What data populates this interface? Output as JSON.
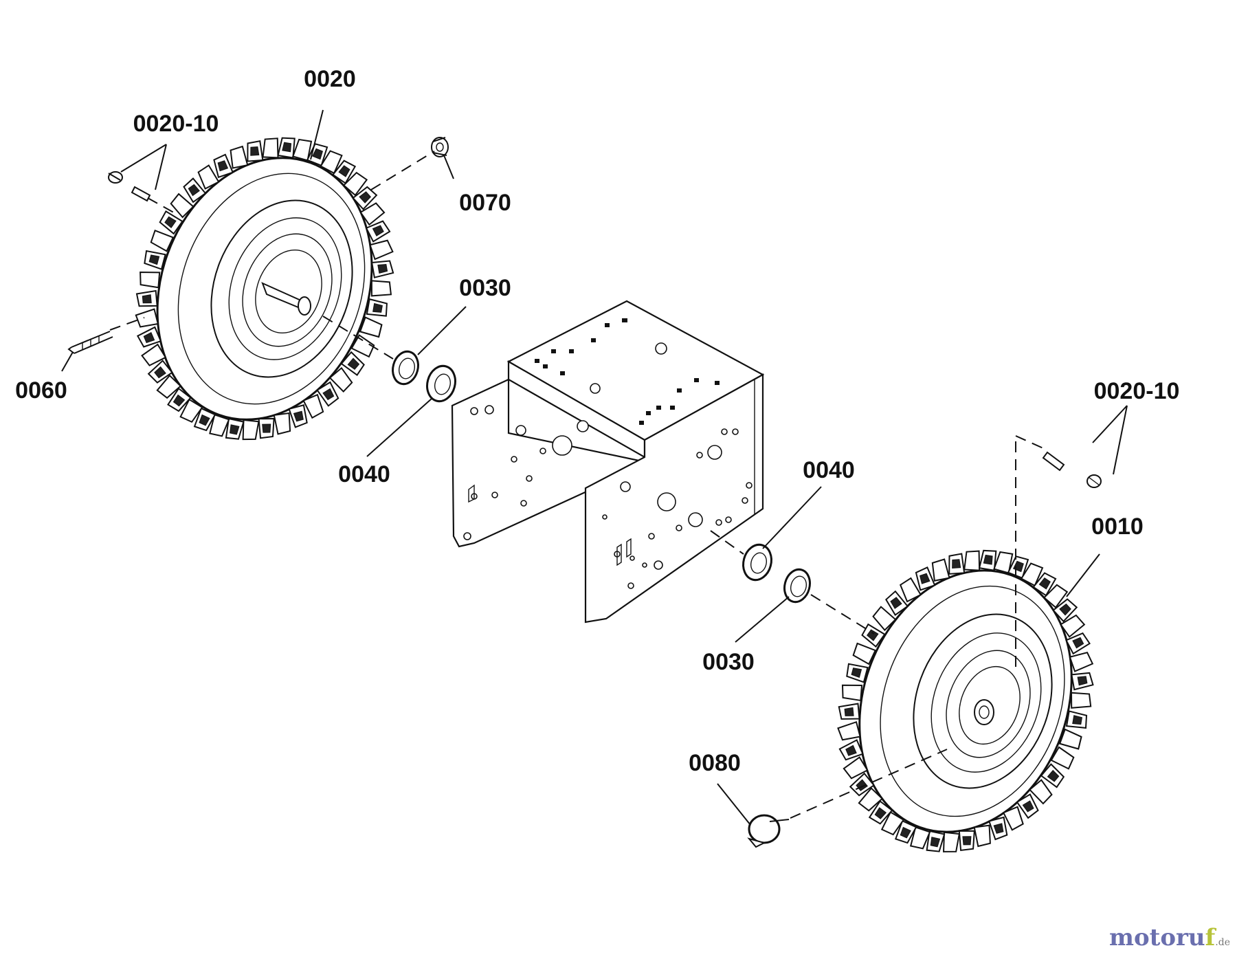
{
  "diagram": {
    "callouts": {
      "wheel_left": "0020",
      "valve_left": "0020-10",
      "spacer_top": "0070",
      "ring_left": "0030",
      "washer_left": "0040",
      "pin_left": "0060",
      "valve_right": "0020-10",
      "washer_right": "0040",
      "wheel_right": "0010",
      "ring_right": "0030",
      "clip_right": "0080"
    }
  },
  "watermark": {
    "main": "motoru",
    "accent": "f",
    "tld": ".de"
  },
  "colors": {
    "line": "#111111",
    "background": "#ffffff",
    "watermark_main": "#6a6fae",
    "watermark_accent": "#b7c33a"
  }
}
